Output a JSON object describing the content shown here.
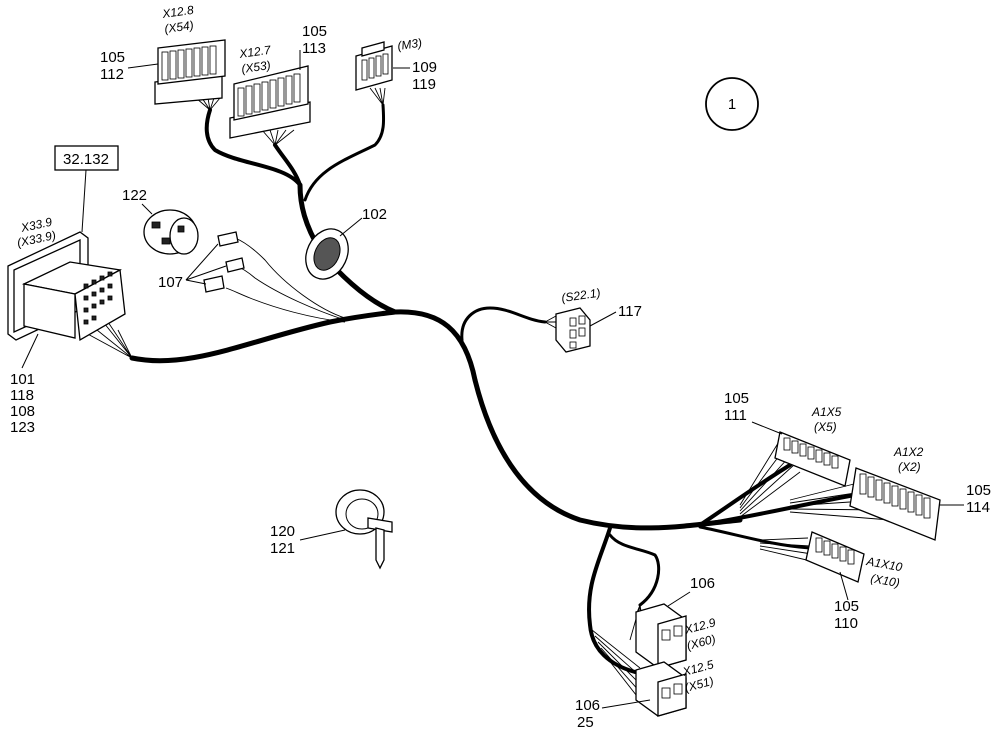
{
  "callouts": {
    "c105_112": {
      "a": "105",
      "b": "112"
    },
    "c105_113": {
      "a": "105",
      "b": "113"
    },
    "c109_119": {
      "a": "109",
      "b": "119"
    },
    "c32132": "32.132",
    "c122": "122",
    "c107": "107",
    "c102": "102",
    "c117": "117",
    "c101": [
      "101",
      "118",
      "108",
      "123"
    ],
    "c120_121": {
      "a": "120",
      "b": "121"
    },
    "c105_111": {
      "a": "105",
      "b": "111"
    },
    "c105_114": {
      "a": "105",
      "b": "114"
    },
    "c105_110": {
      "a": "105",
      "b": "110"
    },
    "c106_top": "106",
    "c106_25": {
      "a": "106",
      "b": "25"
    },
    "sheet": "1"
  },
  "connectors": {
    "x12_8": {
      "a": "X12.8",
      "b": "(X54)"
    },
    "x12_7": {
      "a": "X12.7",
      "b": "(X53)"
    },
    "m3": "(M3)",
    "x33_9": {
      "a": "X33.9",
      "b": "(X33.9)"
    },
    "s22_1": "(S22.1)",
    "a1x5": {
      "a": "A1X5",
      "b": "(X5)"
    },
    "a1x2": {
      "a": "A1X2",
      "b": "(X2)"
    },
    "a1x10": {
      "a": "A1X10",
      "b": "(X10)"
    },
    "x12_9": {
      "a": "X12.9",
      "b": "(X60)"
    },
    "x12_5": {
      "a": "X12.5",
      "b": "(X51)"
    }
  }
}
